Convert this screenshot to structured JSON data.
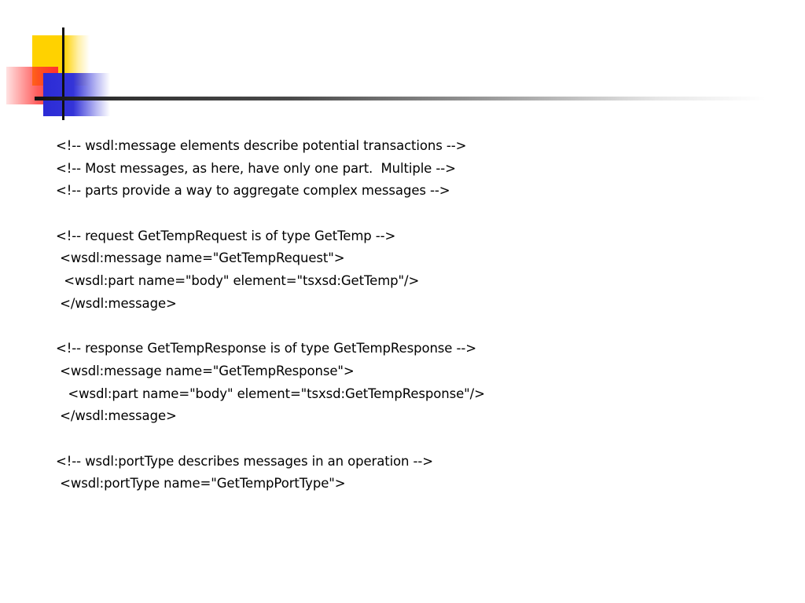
{
  "slide": {
    "logo": {
      "colors": {
        "yellow": "#ffd200",
        "red": "#ff3030",
        "blue": "#2b2bd6",
        "line": "#111111"
      }
    },
    "code_lines": [
      "<!-- wsdl:message elements describe potential transactions -->",
      "<!-- Most messages, as here, have only one part.  Multiple -->",
      "<!-- parts provide a way to aggregate complex messages -->",
      "",
      "<!-- request GetTempRequest is of type GetTemp -->",
      " <wsdl:message name=\"GetTempRequest\">",
      "  <wsdl:part name=\"body\" element=\"tsxsd:GetTemp\"/>",
      " </wsdl:message>",
      "",
      "<!-- response GetTempResponse is of type GetTempResponse -->",
      " <wsdl:message name=\"GetTempResponse\">",
      "   <wsdl:part name=\"body\" element=\"tsxsd:GetTempResponse\"/>",
      " </wsdl:message>",
      "",
      "<!-- wsdl:portType describes messages in an operation -->",
      " <wsdl:portType name=\"GetTempPortType\">"
    ]
  }
}
